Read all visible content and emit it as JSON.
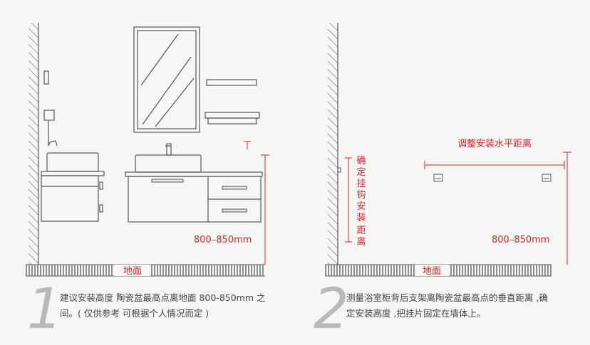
{
  "panel1": {
    "height_label": "800–850mm",
    "floor_label": "地面",
    "step_number": "1",
    "step_line1": "建议安装高度 陶瓷盆最高点离地面 800-850mm 之",
    "step_line2": "间。( 仅供参考 可根据个人情况而定 )"
  },
  "panel2": {
    "horizontal_label": "调整安装水平距离",
    "vertical_label_chars": [
      "确",
      "定",
      "挂",
      "钩",
      "安",
      "装",
      "距",
      "离"
    ],
    "height_label": "800–850mm",
    "floor_label": "地面",
    "step_number": "2",
    "step_line1": "测量浴室柜背后支架离陶瓷盆最高点的垂直距离 ,确",
    "step_line2": "定安装高度 ,把挂片固定在墙体上。"
  },
  "colors": {
    "line": "#555555",
    "accent": "#d9232e",
    "background": "#f6f6f4"
  },
  "icons": [
    "wall-hatch-icon",
    "mirror-icon",
    "faucet-icon",
    "basin-icon",
    "drawer-handle-icon",
    "hanging-bracket-icon"
  ]
}
